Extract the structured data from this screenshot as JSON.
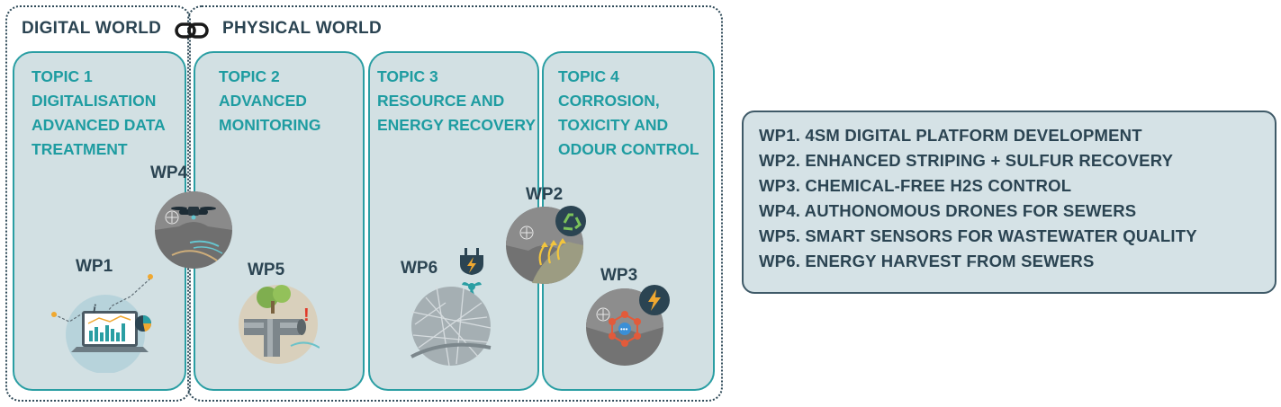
{
  "worlds": {
    "digital_label": "DIGITAL WORLD",
    "physical_label": "PHYSICAL WORLD",
    "link_icon": "chain-link-icon"
  },
  "topics": [
    {
      "lines": [
        "TOPIC 1",
        "DIGITALISATION",
        "ADVANCED DATA",
        "TREATMENT"
      ]
    },
    {
      "lines": [
        "TOPIC 2",
        "ADVANCED",
        "MONITORING"
      ]
    },
    {
      "lines": [
        "TOPIC 3",
        "RESOURCE AND",
        "ENERGY RECOVERY"
      ]
    },
    {
      "lines": [
        "TOPIC 4",
        "CORROSION,",
        "TOXICITY AND",
        "ODOUR CONTROL"
      ]
    }
  ],
  "work_packages": {
    "wp1": "WP1",
    "wp2": "WP2",
    "wp3": "WP3",
    "wp4": "WP4",
    "wp5": "WP5",
    "wp6": "WP6"
  },
  "legend": [
    "WP1. 4SM DIGITAL PLATFORM DEVELOPMENT",
    "WP2. ENHANCED STRIPING + SULFUR RECOVERY",
    "WP3. CHEMICAL-FREE H2S CONTROL",
    "WP4. AUTHONOMOUS DRONES FOR SEWERS",
    "WP5. SMART SENSORS FOR WASTEWATER QUALITY",
    "WP6. ENERGY HARVEST FROM SEWERS"
  ],
  "colors": {
    "teal": "#1e9ca1",
    "panel": "#d2e0e3",
    "dark_text": "#2b4452"
  }
}
